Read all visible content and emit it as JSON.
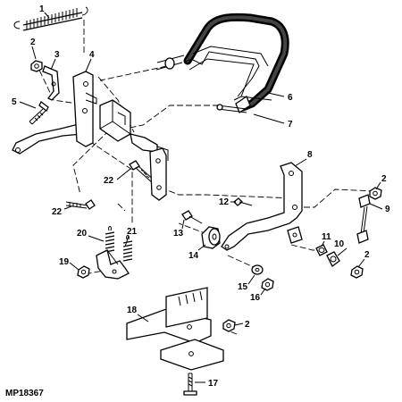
{
  "diagram_code": "MP18367",
  "callouts": {
    "c1": "1",
    "c2a": "2",
    "c3": "3",
    "c4": "4",
    "c5": "5",
    "c6": "6",
    "c7": "7",
    "c8": "8",
    "c2b": "2",
    "c9": "9",
    "c12": "12",
    "c22a": "22",
    "c22b": "22",
    "c13": "13",
    "c14": "14",
    "c11": "11",
    "c10": "10",
    "c2c": "2",
    "c20": "20",
    "c21": "21",
    "c19": "19",
    "c15": "15",
    "c16": "16",
    "c18": "18",
    "c2d": "2",
    "c17": "17"
  }
}
